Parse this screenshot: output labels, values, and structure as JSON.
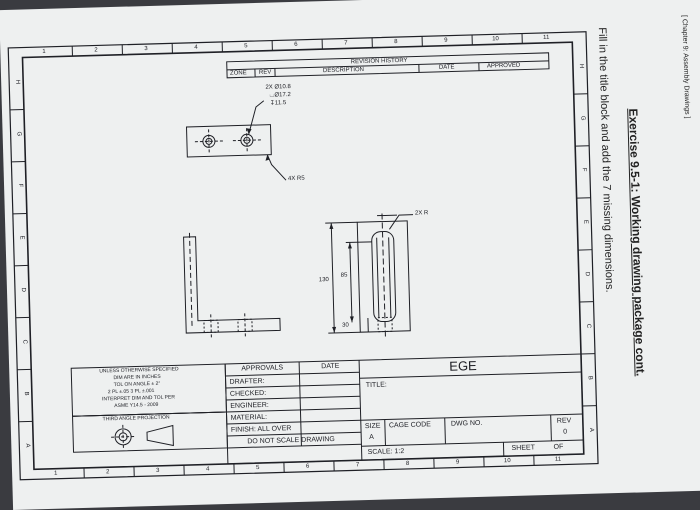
{
  "header": {
    "chapter_tag": "[ Chapter 9: Assembly Drawings ]",
    "exercise_title": "Exercise 9.5-1: Working drawing package cont.",
    "instruction": "Fill in the title block and add the 7 missing dimensions."
  },
  "border": {
    "columns_top": [
      "1",
      "2",
      "3",
      "4",
      "5",
      "6",
      "7",
      "8",
      "9",
      "10",
      "11"
    ],
    "columns_bottom": [
      "1",
      "2",
      "3",
      "4",
      "5",
      "6",
      "7",
      "8",
      "9",
      "10",
      "11"
    ],
    "rows_left": [
      "H",
      "G",
      "F",
      "E",
      "D",
      "C",
      "B",
      "A"
    ],
    "rows_right": [
      "H",
      "G",
      "F",
      "E",
      "D",
      "C",
      "B",
      "A"
    ]
  },
  "revision_history": {
    "title": "REVISION HISTORY",
    "columns": [
      "ZONE",
      "REV",
      "DESCRIPTION",
      "DATE",
      "APPROVED"
    ]
  },
  "annotations": {
    "hole_callout_1": "2X Ø10.8",
    "hole_callout_2": "⌴Ø17.2",
    "hole_callout_3": "↧11.5",
    "radius_note": "4X R5",
    "radius_2x": "2X R",
    "dim_130": "130",
    "dim_85": "85",
    "dim_30": "30"
  },
  "notes_block": {
    "lines": [
      "UNLESS OTHERWISE SPECIFIED",
      "DIM ARE IN INCHES",
      "TOL ON ANGLE ± 2°",
      "2 PL ±.05   3 PL ±.001",
      "INTERPRET DIM AND TOL PER",
      "ASME Y14.5 - 2009"
    ],
    "projection": "THIRD ANGLE PROJECTION"
  },
  "title_block": {
    "approvals": "APPROVALS",
    "date": "DATE",
    "drafter": "DRAFTER:",
    "checked": "CHECKED:",
    "engineer": "ENGINEER:",
    "material": "MATERIAL:",
    "finish": "FINISH: ALL OVER",
    "no_scale": "DO NOT SCALE DRAWING",
    "company": "EGE",
    "title_label": "TITLE:",
    "size_label": "SIZE",
    "size_value": "A",
    "cage_code": "CAGE CODE",
    "dwg_no": "DWG NO.",
    "rev_label": "REV",
    "rev_value": "0",
    "scale": "SCALE: 1:2",
    "sheet": "SHEET",
    "of": "OF"
  }
}
